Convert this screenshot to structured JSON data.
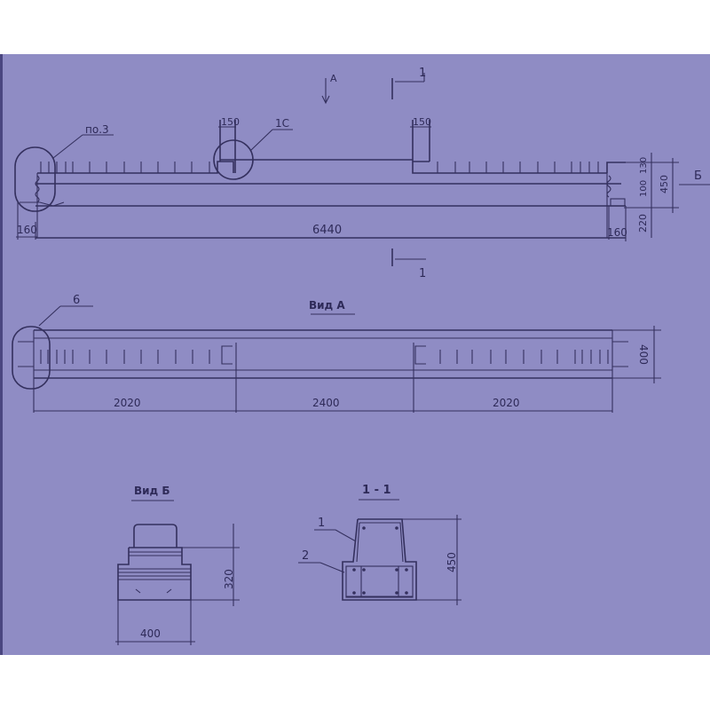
{
  "drawing": {
    "background_color": "#8f8cc4",
    "line_color": "#34305e",
    "main_view": {
      "view_arrow_label": "А",
      "section_mark_top": "1",
      "section_mark_bottom": "1",
      "callout_pos3": "по.3",
      "callout_detail": "1С",
      "dim_left_top": "150",
      "dim_right_top": "150",
      "dim_overall_length": "6440",
      "dim_left_end": "160",
      "dim_right_end": "160",
      "dim_130": "130",
      "dim_100": "100",
      "dim_450": "450",
      "dim_220": "220",
      "view_arrow_b": "Б"
    },
    "view_a": {
      "title": "Вид А",
      "callout": "6",
      "dim_left": "2020",
      "dim_middle": "2400",
      "dim_right": "2020",
      "dim_width": "400"
    },
    "view_b": {
      "title": "Вид Б",
      "dim_height": "320",
      "dim_width": "400"
    },
    "section_1_1": {
      "title": "1 - 1",
      "callout_1": "1",
      "callout_2": "2",
      "dim_height": "450"
    }
  }
}
